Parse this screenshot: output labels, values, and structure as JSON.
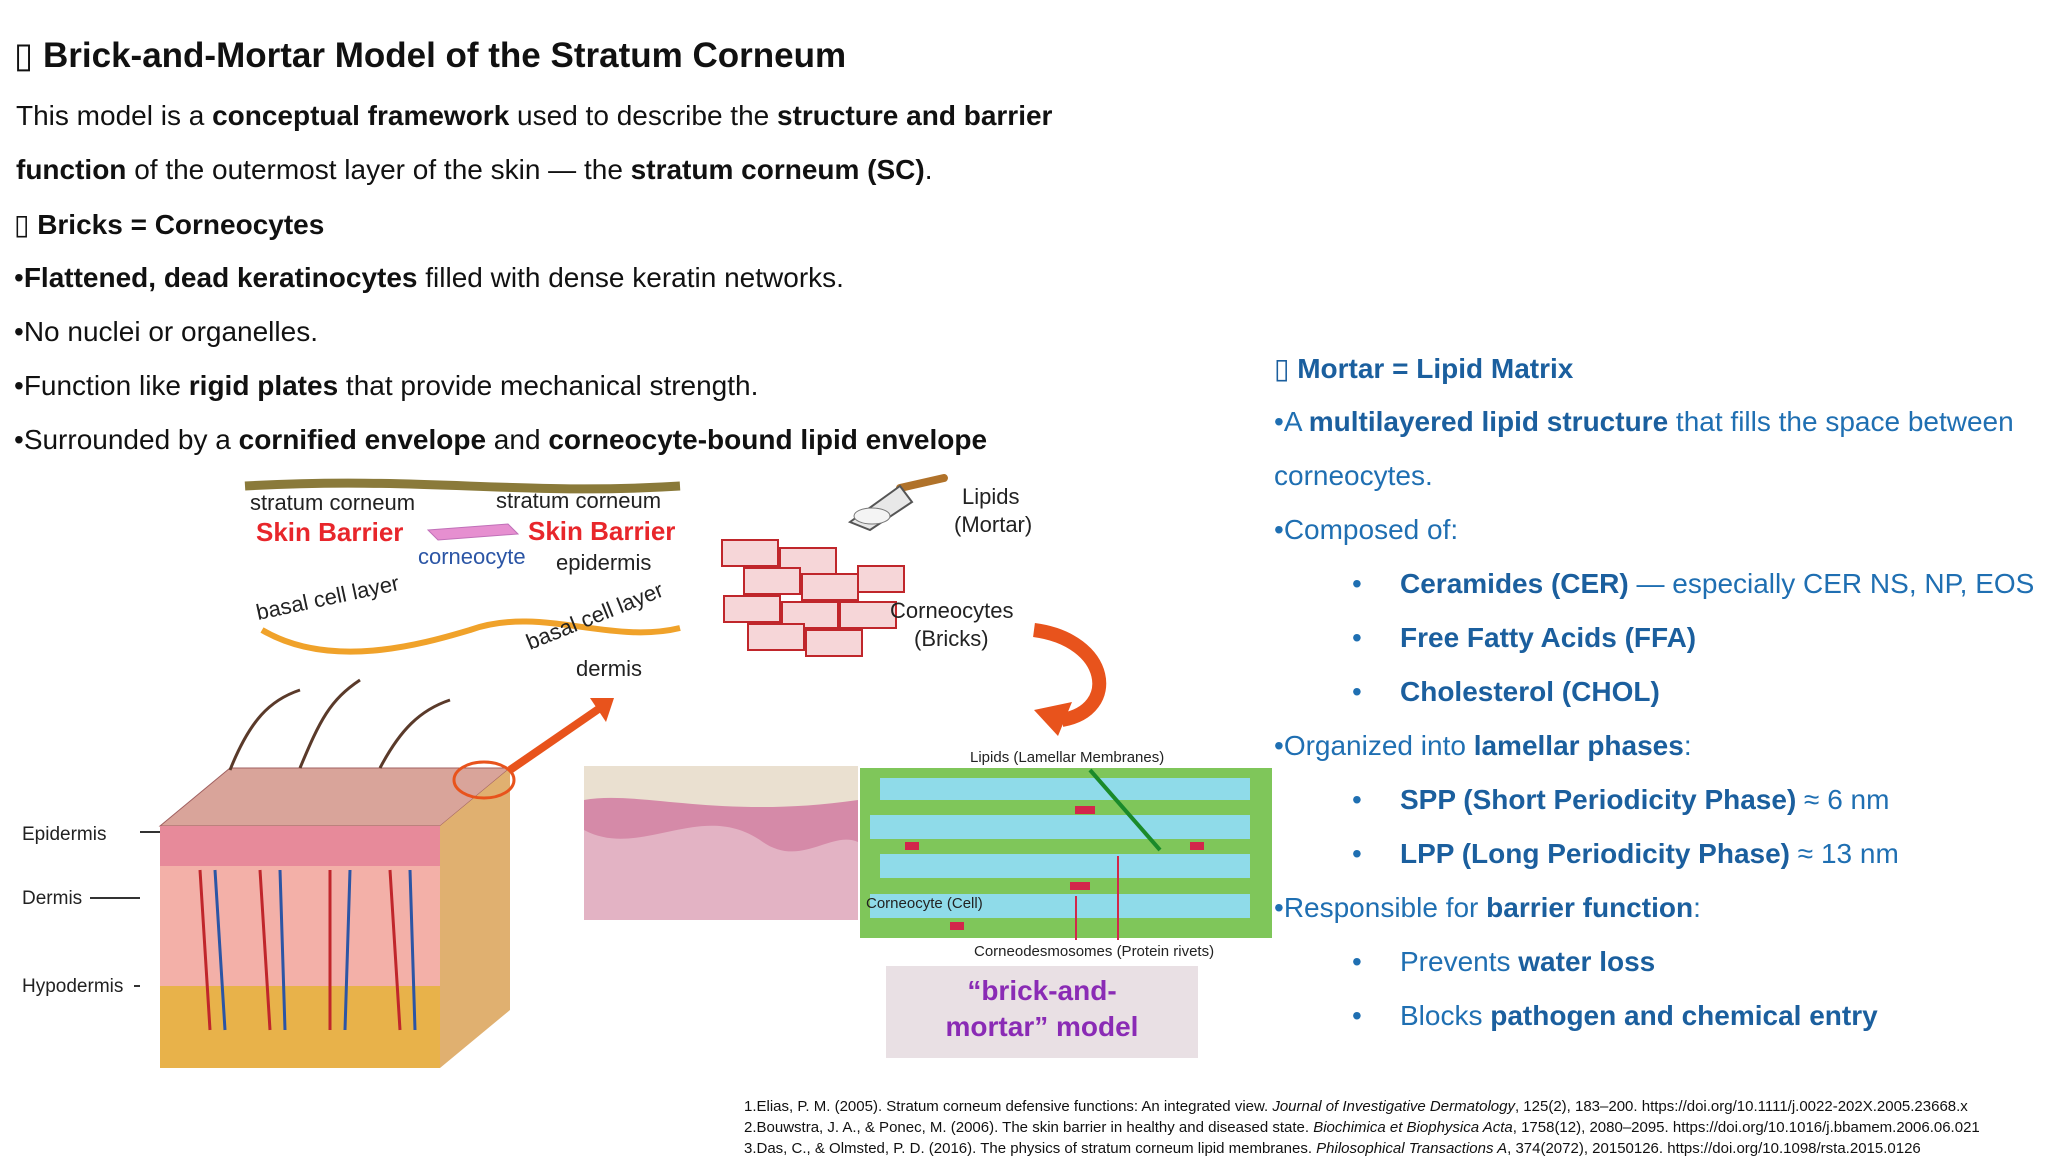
{
  "title": "▯ Brick-and-Mortar Model of the Stratum Corneum",
  "intro": {
    "p1": "This model is a ",
    "p1_b1": "conceptual framework",
    "p1_mid": " used to describe the ",
    "p1_b2": "structure and barrier",
    "p2_b": "function",
    "p2_mid": " of the outermost layer of the skin — the ",
    "p2_b2": "stratum corneum (SC)",
    "p2_end": "."
  },
  "bricks": {
    "heading": "▯ Bricks = Corneocytes",
    "b1_b": "Flattened, dead keratinocytes",
    "b1_rest": " filled with dense keratin networks.",
    "b2": "No nuclei or organelles.",
    "b3_pre": "Function like ",
    "b3_b": "rigid plates",
    "b3_rest": " that provide mechanical strength.",
    "b4_pre": "Surrounded by a ",
    "b4_b1": "cornified envelope",
    "b4_mid": " and ",
    "b4_b2": "corneocyte-bound lipid envelope"
  },
  "mortar": {
    "heading": "▯ Mortar = Lipid Matrix",
    "m1_pre": "A ",
    "m1_b": "multilayered lipid structure",
    "m1_rest": " that fills the space between",
    "m1_cont": "corneocytes.",
    "m2": "Composed of:",
    "c1_b": "Ceramides (CER)",
    "c1_rest": " — especially CER NS, NP, EOS",
    "c2_b": "Free Fatty Acids (FFA)",
    "c3_b": "Cholesterol (CHOL)",
    "m3_pre": "Organized into ",
    "m3_b": "lamellar phases",
    "m3_end": ":",
    "p1_b": "SPP (Short Periodicity Phase)",
    "p1_rest": " ≈ 6 nm",
    "p2_b": "LPP (Long Periodicity Phase)",
    "p2_rest": " ≈ 13 nm",
    "m4_pre": "Responsible for ",
    "m4_b": "barrier function",
    "m4_end": ":",
    "r1_pre": "Prevents ",
    "r1_b": "water loss",
    "r2_pre": "Blocks ",
    "r2_b": "pathogen and chemical entry"
  },
  "figure": {
    "sc_left": "stratum corneum",
    "sc_right": "stratum corneum",
    "sb_left": "Skin Barrier",
    "sb_right": "Skin Barrier",
    "corneocyte": "corneocyte",
    "epidermis_top": "epidermis",
    "basal_left": "basal cell layer",
    "basal_right": "basal cell layer",
    "dermis_top": "dermis",
    "lipids_mortar_1": "Lipids",
    "lipids_mortar_2": "(Mortar)",
    "corneocytes_bricks_1": "Corneocytes",
    "corneocytes_bricks_2": "(Bricks)",
    "epidermis": "Epidermis",
    "dermis": "Dermis",
    "hypodermis": "Hypodermis",
    "lipids_lamellar": "Lipids (Lamellar Membranes)",
    "corneocyte_cell": "Corneocyte (Cell)",
    "corneodesmosomes": "Corneodesmosomes (Protein rivets)",
    "model_1": "“brick-and-",
    "model_2": "mortar” model"
  },
  "refs": {
    "r1_a": "1.Elias, P. M. (2005). Stratum corneum defensive functions: An integrated view. ",
    "r1_i": "Journal of Investigative Dermatology",
    "r1_b": ", 125(2), 183–200. https://doi.org/10.1111/j.0022-202X.2005.23668.x",
    "r2_a": "2.Bouwstra, J. A., & Ponec, M. (2006). The skin barrier in healthy and diseased state. ",
    "r2_i": "Biochimica et Biophysica Acta",
    "r2_b": ", 1758(12), 2080–2095. https://doi.org/10.1016/j.bbamem.2006.06.021",
    "r3_a": "3.Das, C., & Olmsted, P. D. (2016). The physics of stratum corneum lipid membranes. ",
    "r3_i": "Philosophical Transactions A",
    "r3_b": ", 374(2072), 20150126. https://doi.org/10.1098/rsta.2015.0126"
  },
  "colors": {
    "blue_text": "#1f6fb2",
    "red_label": "#e8262b",
    "purple_label": "#8a2bb5",
    "arrow_orange": "#e8531c"
  }
}
